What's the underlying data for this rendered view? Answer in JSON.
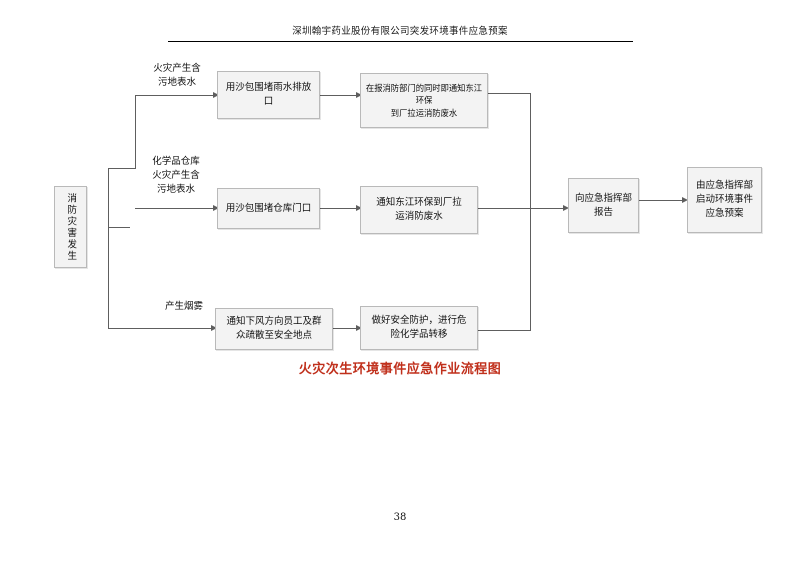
{
  "document": {
    "header": "深圳翰宇药业股份有限公司突发环境事件应急预案",
    "caption": "火灾次生环境事件应急作业流程图",
    "page_number": "38"
  },
  "flowchart": {
    "start": {
      "id": "fire-incident",
      "label": "消防灾害发生"
    },
    "branch_labels": [
      {
        "id": "branch-surface-water",
        "label": "火灾产生含\n污地表水"
      },
      {
        "id": "branch-warehouse-water",
        "label": "化学品仓库\n火灾产生含\n污地表水"
      },
      {
        "id": "branch-smoke",
        "label": "产生烟雾"
      }
    ],
    "steps": [
      {
        "id": "sandbag-stormdrain",
        "label": "用沙包围堵雨水排放\n口"
      },
      {
        "id": "notify-dongjiang-fire",
        "label": "在报消防部门的同时即通知东江环保\n到厂拉运消防废水"
      },
      {
        "id": "sandbag-warehouse-door",
        "label": "用沙包围堵仓库门口"
      },
      {
        "id": "notify-dongjiang-haul",
        "label": "通知东江环保到厂拉\n运消防废水"
      },
      {
        "id": "evacuate-downwind",
        "label": "通知下风方向员工及群\n众疏散至安全地点"
      },
      {
        "id": "protect-and-transfer",
        "label": "做好安全防护，进行危\n险化学品转移"
      }
    ],
    "converge": [
      {
        "id": "report-command-center",
        "label": "向应急指挥部\n报告"
      },
      {
        "id": "activate-emergency-plan",
        "label": "由应急指挥部\n启动环境事件\n应急预案"
      }
    ]
  },
  "colors": {
    "box_fill": "#f3f3f3",
    "box_border": "#b9b9b9",
    "connector": "#5e5e5e",
    "caption_color": "#c0301c",
    "page_background": "#ffffff"
  }
}
